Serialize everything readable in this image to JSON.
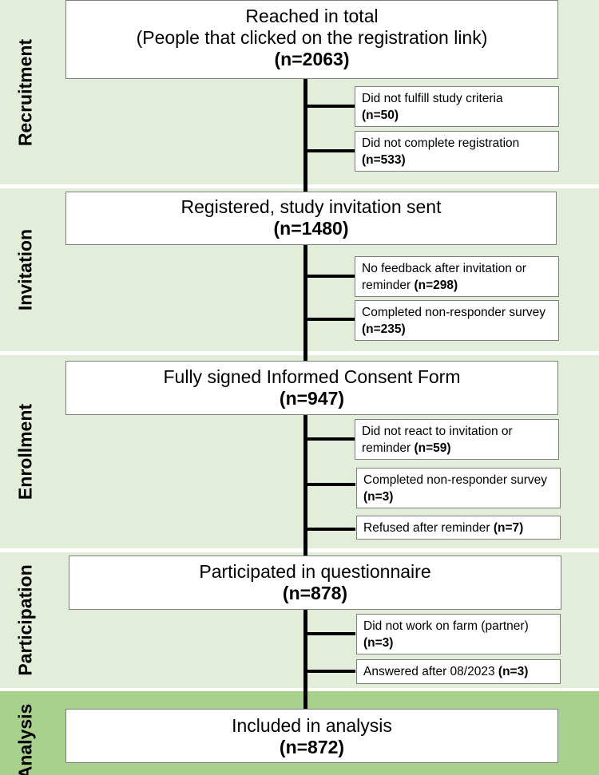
{
  "colors": {
    "band_fill": "#e2eed9",
    "band_fill_dark": "#a9d18e",
    "connector": "#000000",
    "box_border": "#7f7f7f"
  },
  "stages": {
    "recruitment": {
      "label": "Recruitment",
      "main_line1": "Reached in total",
      "main_line2": "(People that clicked on the registration link)",
      "main_count": "(n=2063)",
      "exclusions": [
        {
          "text": "Did not fulfill study criteria",
          "count": "(n=50)"
        },
        {
          "text": "Did not complete registration",
          "count": "(n=533)"
        }
      ]
    },
    "invitation": {
      "label": "Invitation",
      "main_line1": "Registered, study invitation sent",
      "main_count": "(n=1480)",
      "exclusions": [
        {
          "text": "No feedback after invitation or reminder",
          "count": "(n=298)"
        },
        {
          "text": "Completed non-responder survey",
          "count": "(n=235)"
        }
      ]
    },
    "enrollment": {
      "label": "Enrollment",
      "main_line1": "Fully signed Informed Consent Form",
      "main_count": "(n=947)",
      "exclusions": [
        {
          "text": "Did not react to invitation or reminder",
          "count": "(n=59)"
        },
        {
          "text": "Completed non-responder survey",
          "count": "(n=3)"
        },
        {
          "text": "Refused after reminder",
          "count": "(n=7)"
        }
      ]
    },
    "participation": {
      "label": "Participation",
      "main_line1": "Participated in questionnaire",
      "main_count": "(n=878)",
      "exclusions": [
        {
          "text": "Did not work on farm (partner)",
          "count": "(n=3)"
        },
        {
          "text": "Answered after 08/2023",
          "count": "(n=3)"
        }
      ]
    },
    "analysis": {
      "label": "Analysis",
      "main_line1": "Included in analysis",
      "main_count": "(n=872)"
    }
  }
}
